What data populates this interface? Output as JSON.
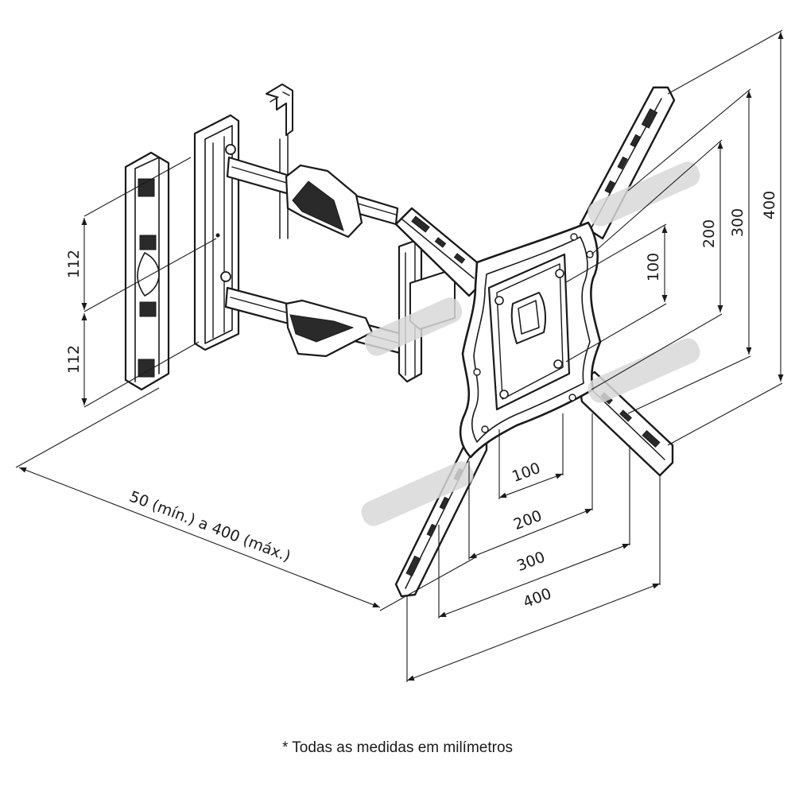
{
  "dimensions": {
    "wall_vertical_top": "112",
    "wall_vertical_bottom": "112",
    "depth": "50 (mín.) a 400 (máx.)",
    "vesa_h_100": "100",
    "vesa_h_200": "200",
    "vesa_h_300": "300",
    "vesa_h_400": "400",
    "vesa_v_100": "100",
    "vesa_v_200": "200",
    "vesa_v_300": "300",
    "vesa_v_400": "400"
  },
  "footnote": "* Todas as medidas em milímetros",
  "colors": {
    "ink": "#1a1a1a",
    "background": "#ffffff",
    "watermark": "#c9c9c9"
  }
}
